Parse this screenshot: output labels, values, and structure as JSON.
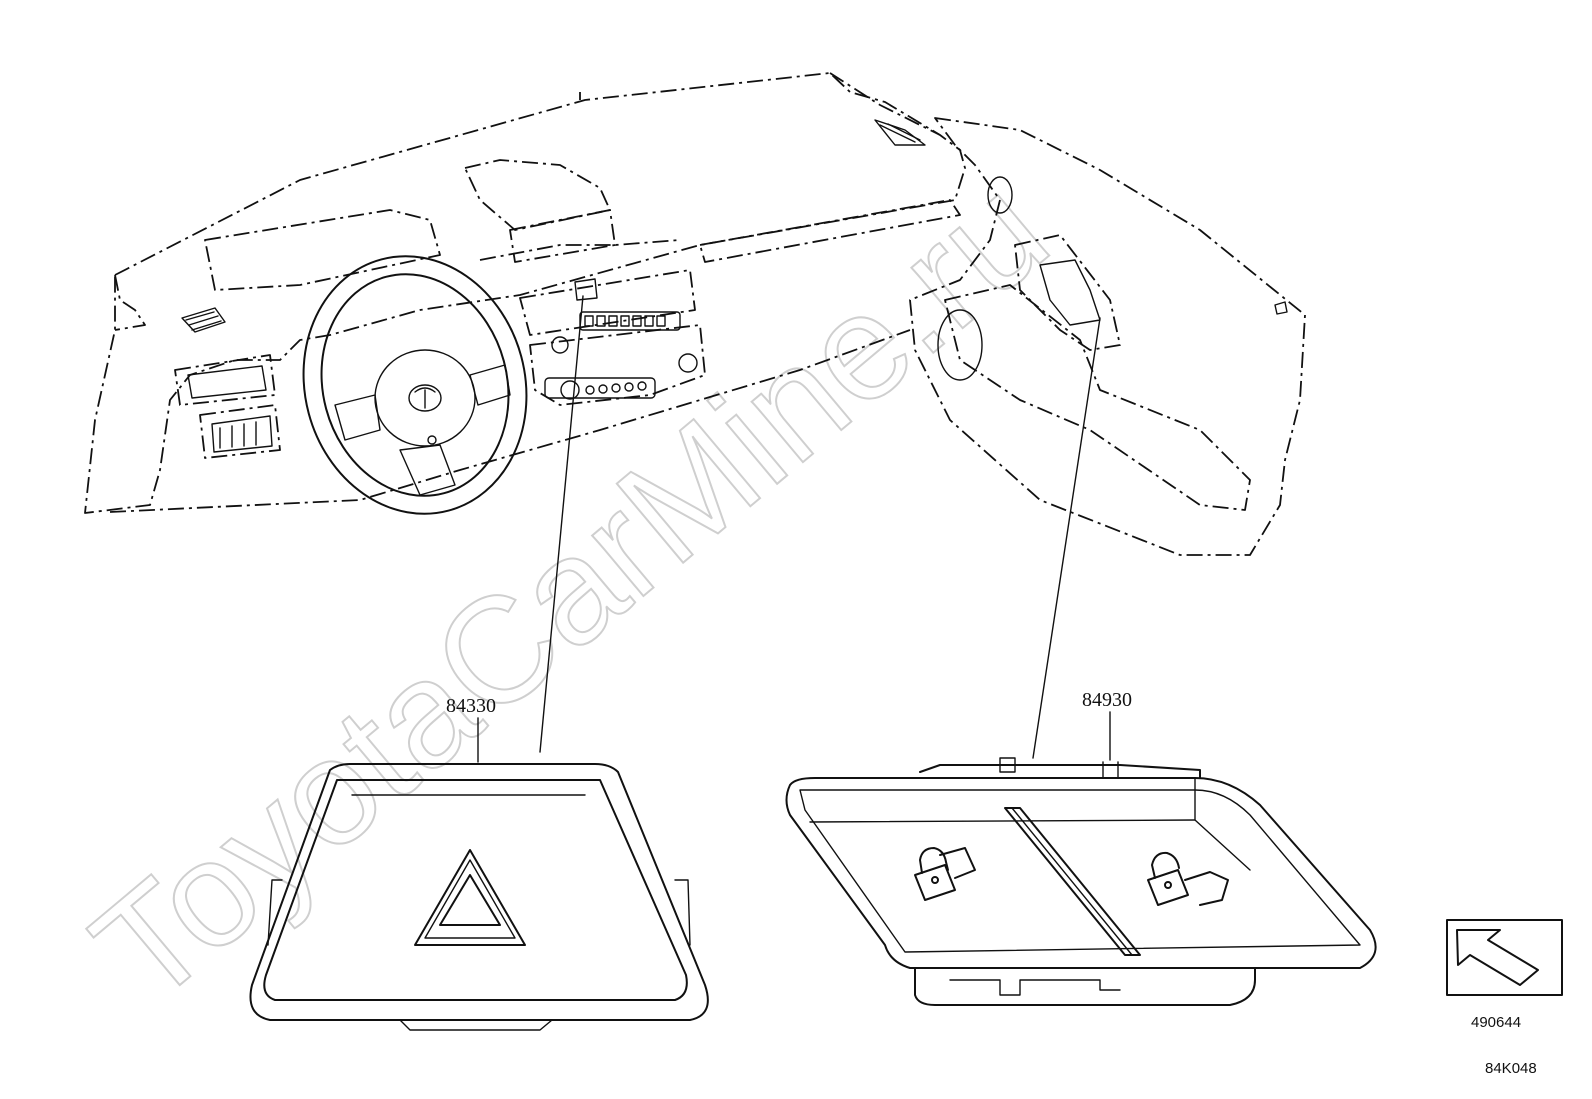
{
  "watermark": "ToyotaCarMine.ru",
  "parts": {
    "hazard_switch": {
      "part_no": "84330"
    },
    "door_lock_switch": {
      "part_no": "84930"
    }
  },
  "orientation": {
    "code": "490644"
  },
  "diagram_code": "84K048"
}
